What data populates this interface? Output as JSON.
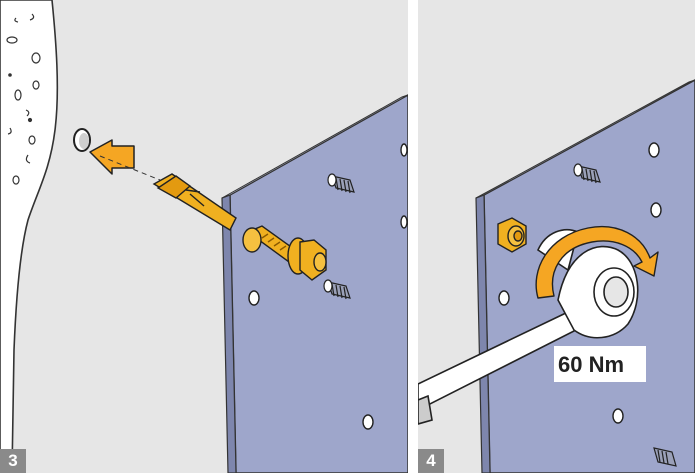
{
  "panels": [
    {
      "step_label": "3"
    },
    {
      "step_label": "4"
    }
  ],
  "torque_label": "60 Nm",
  "colors": {
    "background": "#e6e6e6",
    "plate": "#9ea6cb",
    "plate_edge": "#7e86ad",
    "wall": "#ffffff",
    "bolt": "#f0b020",
    "arrow": "#f5a623",
    "wrench": "#ffffff",
    "badge": "#8a8a8a"
  },
  "icons": [
    "insert-arrow-icon",
    "rotation-arrow-icon",
    "anchor-bolt-icon",
    "wrench-icon"
  ]
}
